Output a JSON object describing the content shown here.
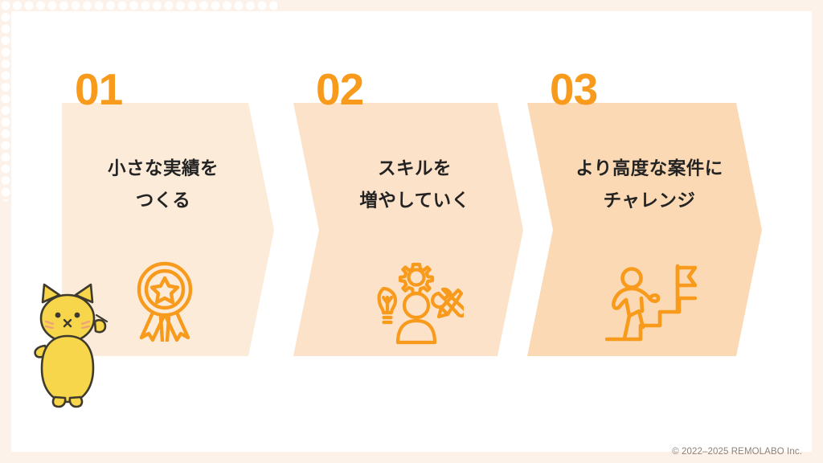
{
  "slide": {
    "background_color": "#FFFFFF",
    "frame_color": "#FDF2EA",
    "accent_color": "#F89A1C",
    "text_color": "#232323"
  },
  "steps": [
    {
      "number": "01",
      "headline": "小さな実績を\nつくる",
      "icon": "award-medal-ribbon-icon",
      "panel_color": "#FCEBD8"
    },
    {
      "number": "02",
      "headline": "スキルを\n増やしていく",
      "icon": "skill-growth-person-gear-icon",
      "panel_color": "#FBE2C8"
    },
    {
      "number": "03",
      "headline": "より高度な案件に\nチャレンジ",
      "icon": "stairs-climb-flag-goal-icon",
      "panel_color": "#FBD9B4"
    }
  ],
  "mascot": {
    "name": "cat-mascot-pointing",
    "body_color": "#F7D64B",
    "outline_color": "#3E3A2E",
    "cheek_color": "#F0A07A"
  },
  "footer": {
    "copyright": "© 2022–2025 REMOLABO Inc."
  }
}
